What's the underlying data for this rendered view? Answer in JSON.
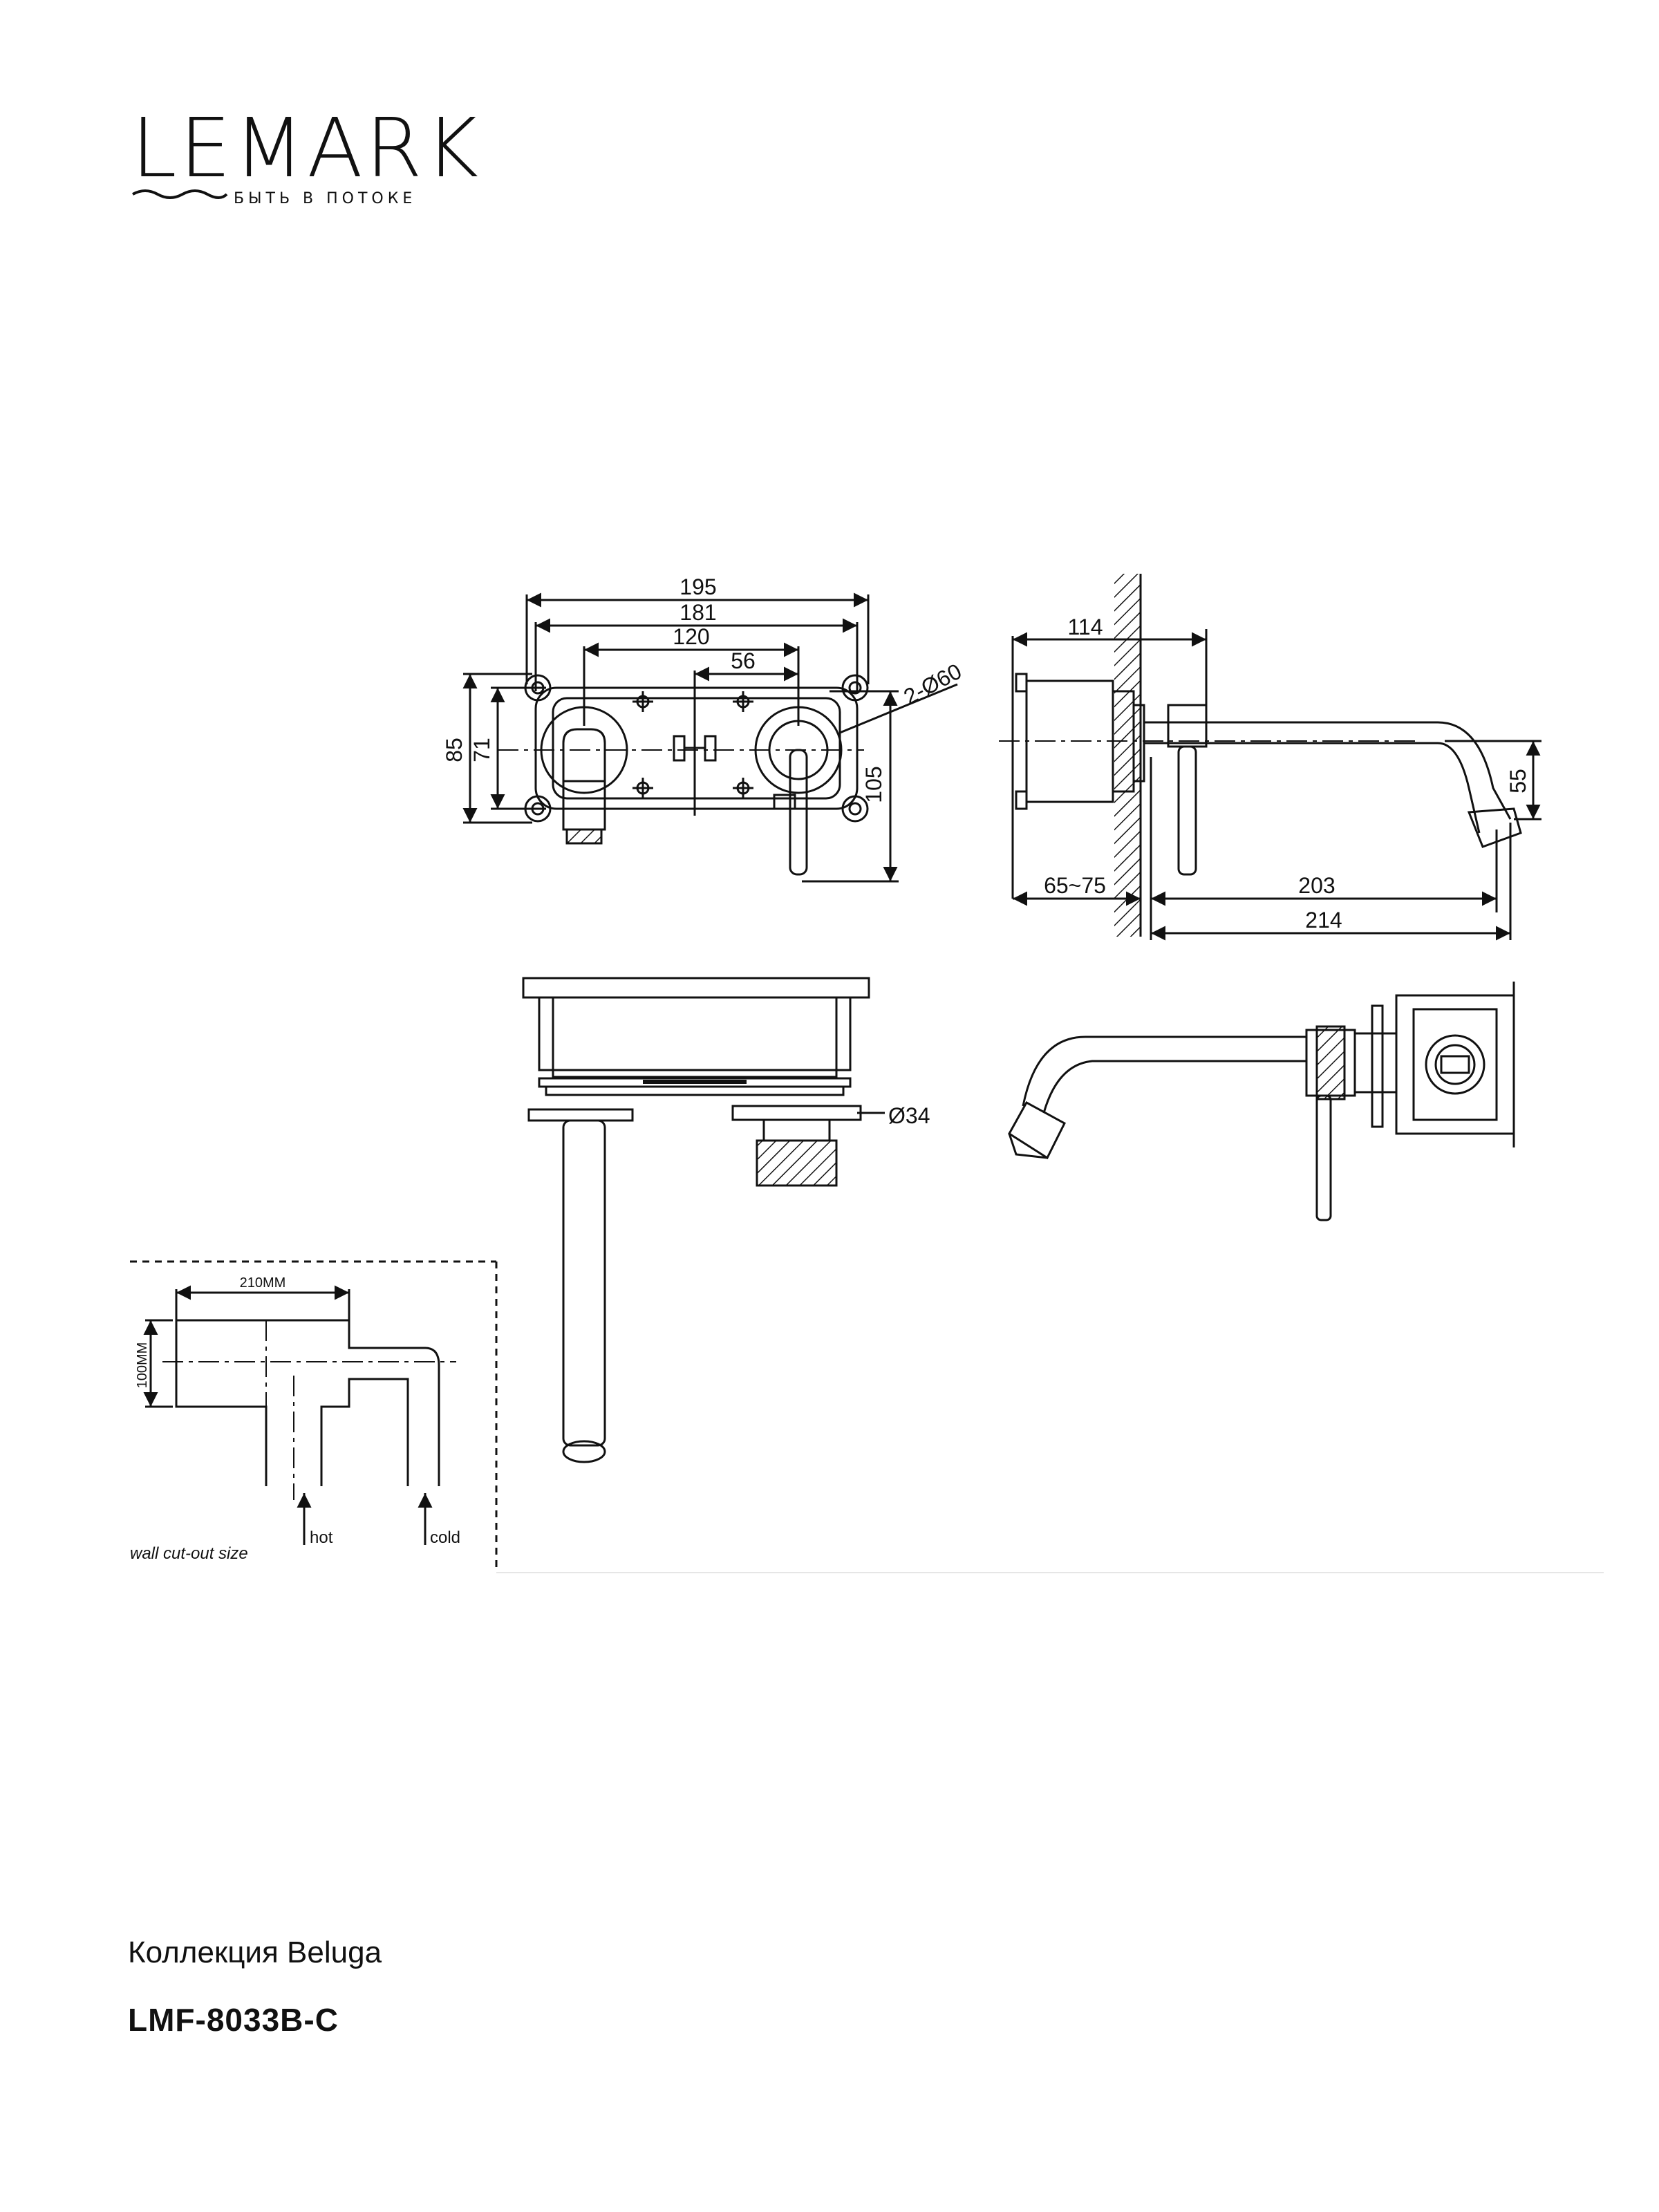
{
  "brand": {
    "logo_text": "LEMARK",
    "tagline": "БЫТЬ В ПОТОКЕ"
  },
  "dimensions": {
    "front": {
      "d195": "195",
      "d181": "181",
      "d120": "120",
      "d56": "56",
      "d2x60": "2-Ø60",
      "d85": "85",
      "d71": "71",
      "d105": "105"
    },
    "side": {
      "d114": "114",
      "d55": "55",
      "d65_75": "65~75",
      "d203": "203",
      "d214": "214"
    },
    "top": {
      "d34": "Ø34"
    },
    "cutout": {
      "width": "210MM",
      "height": "100MM",
      "hot": "hot",
      "cold": "cold",
      "caption": "wall cut-out size"
    }
  },
  "footer": {
    "collection": "Коллекция Beluga",
    "model": "LMF-8033B-C"
  }
}
